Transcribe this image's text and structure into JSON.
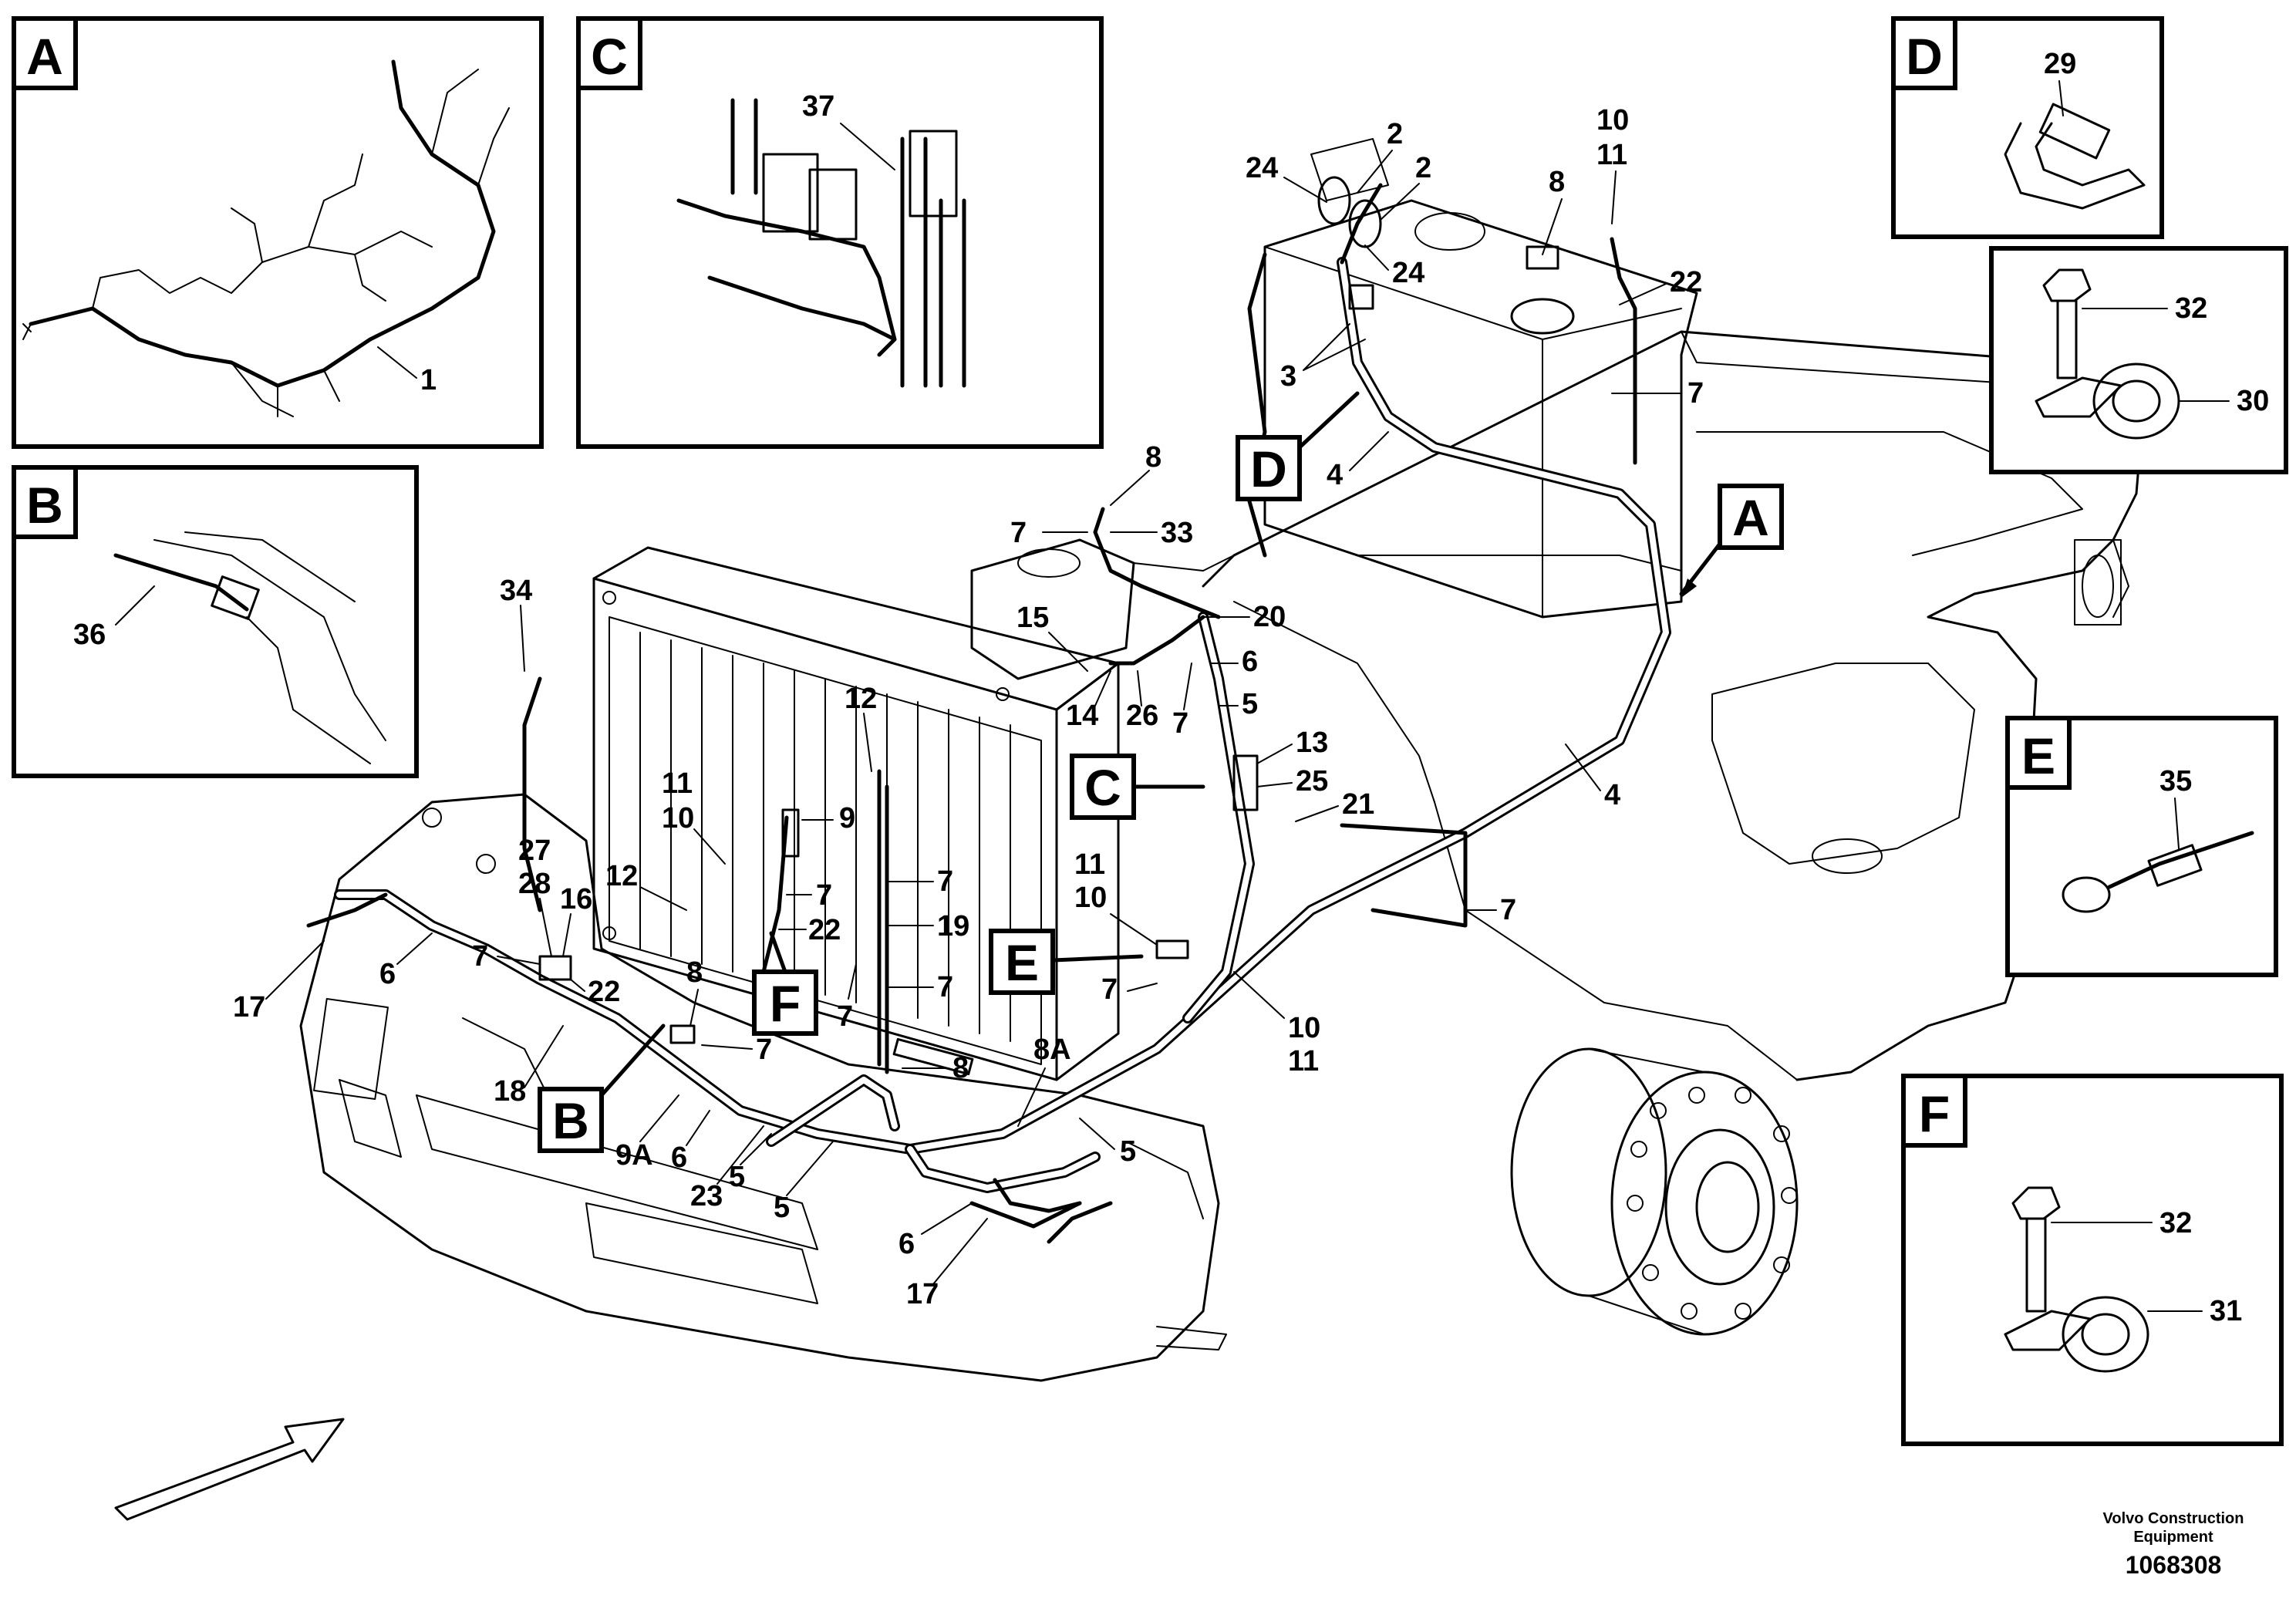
{
  "detail_panels": [
    {
      "letter": "A",
      "callouts": [
        "1"
      ]
    },
    {
      "letter": "B",
      "callouts": [
        "36"
      ]
    },
    {
      "letter": "C",
      "callouts": [
        "37"
      ]
    },
    {
      "letter": "D",
      "callouts": [
        "29"
      ]
    },
    {
      "letter": "E",
      "callouts": [
        "35"
      ]
    },
    {
      "letter": "F",
      "callouts": [
        "32",
        "31"
      ]
    },
    {
      "letter": "",
      "callouts": [
        "32",
        "30"
      ]
    }
  ],
  "main_view_tags": [
    "A",
    "B",
    "C",
    "D",
    "E",
    "F"
  ],
  "callouts": {
    "c1": "1",
    "c2a": "2",
    "c2b": "2",
    "c3": "3",
    "c4a": "4",
    "c4b": "4",
    "c5a": "5",
    "c5b": "5",
    "c5c": "5",
    "c5d": "5",
    "c6a": "6",
    "c6b": "6",
    "c6c": "6",
    "c6d": "6",
    "c7a": "7",
    "c7b": "7",
    "c7c": "7",
    "c7d": "7",
    "c7e": "7",
    "c7f": "7",
    "c7g": "7",
    "c7h": "7",
    "c7i": "7",
    "c7j": "7",
    "c7k": "7",
    "c7l": "7",
    "c8a": "8",
    "c8b": "8",
    "c8c": "8",
    "c8d": "8",
    "c8A": "8A",
    "c9": "9",
    "c9A": "9A",
    "c10a": "10",
    "c10b": "10",
    "c10c": "10",
    "c10d": "10",
    "c11a": "11",
    "c11b": "11",
    "c11c": "11",
    "c11d": "11",
    "c12a": "12",
    "c12b": "12",
    "c13": "13",
    "c14": "14",
    "c15": "15",
    "c16": "16",
    "c17a": "17",
    "c17b": "17",
    "c18": "18",
    "c19": "19",
    "c20": "20",
    "c21": "21",
    "c22a": "22",
    "c22b": "22",
    "c22c": "22",
    "c23": "23",
    "c24a": "24",
    "c24b": "24",
    "c25": "25",
    "c26": "26",
    "c27": "27",
    "c28": "28",
    "c29": "29",
    "c30": "30",
    "c31": "31",
    "c32a": "32",
    "c32b": "32",
    "c33": "33",
    "c34": "34",
    "c35": "35",
    "c36": "36",
    "c37": "37"
  },
  "footer": {
    "company_line1": "Volvo Construction",
    "company_line2": "Equipment",
    "drawing_number": "1068308"
  }
}
